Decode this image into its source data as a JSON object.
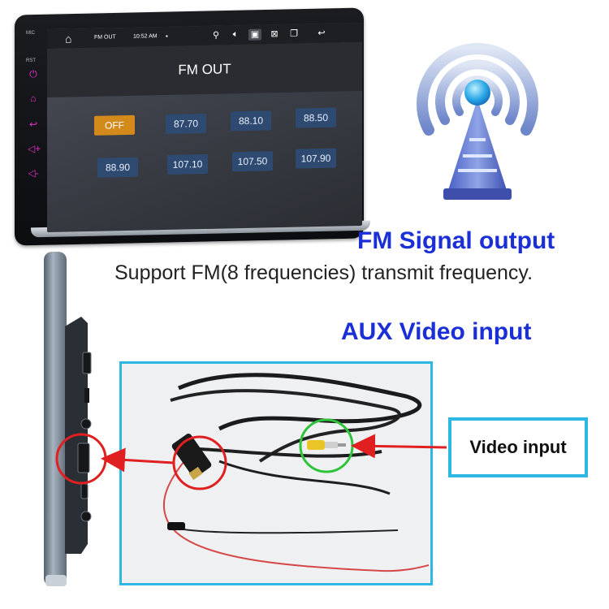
{
  "device": {
    "left_panel": {
      "mic_label": "MIC",
      "rst_label": "RST"
    },
    "status_bar": {
      "app_label": "FM OUT",
      "time": "10:52 AM"
    },
    "screen_title": "FM OUT",
    "frequencies": [
      "OFF",
      "87.70",
      "88.10",
      "88.50",
      "88.90",
      "107.10",
      "107.50",
      "107.90"
    ],
    "off_color": "#d38a1b",
    "freq_color": "#2f4a70"
  },
  "headline_fm": "FM Signal output",
  "subtitle": "Support FM(8 frequencies) transmit frequency.",
  "headline_aux": "AUX Video input",
  "callout": {
    "label": "Video input"
  },
  "colors": {
    "accent_blue": "#1a2fd6",
    "frame_cyan": "#2fb7e3",
    "marker_red": "#e02020",
    "marker_green": "#2ec43a"
  }
}
